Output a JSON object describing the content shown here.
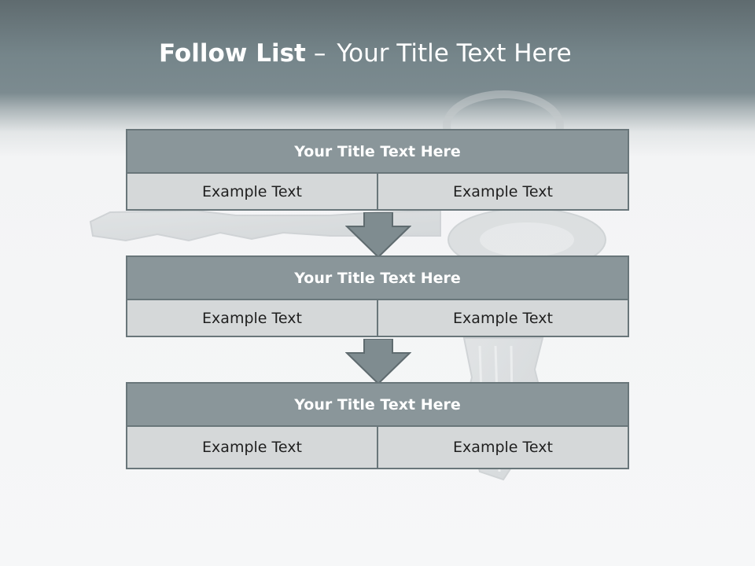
{
  "slide": {
    "title_bold": "Follow List",
    "title_separator": "–",
    "title_rest": "Your Title Text Here"
  },
  "blocks": [
    {
      "title": "Your Title Text Here",
      "left": "Example Text",
      "right": "Example Text"
    },
    {
      "title": "Your Title Text Here",
      "left": "Example Text",
      "right": "Example Text"
    },
    {
      "title": "Your Title Text Here",
      "left": "Example Text",
      "right": "Example Text"
    }
  ],
  "colors": {
    "header_bar": "#75858a",
    "block_title_fill": "#8a969a",
    "cell_fill": "#d5d8d9",
    "border": "#69767a",
    "arrow": "#7f8c90"
  },
  "icons": {
    "down_arrow": "down-arrow-icon",
    "background_illustration": "key-icon"
  }
}
